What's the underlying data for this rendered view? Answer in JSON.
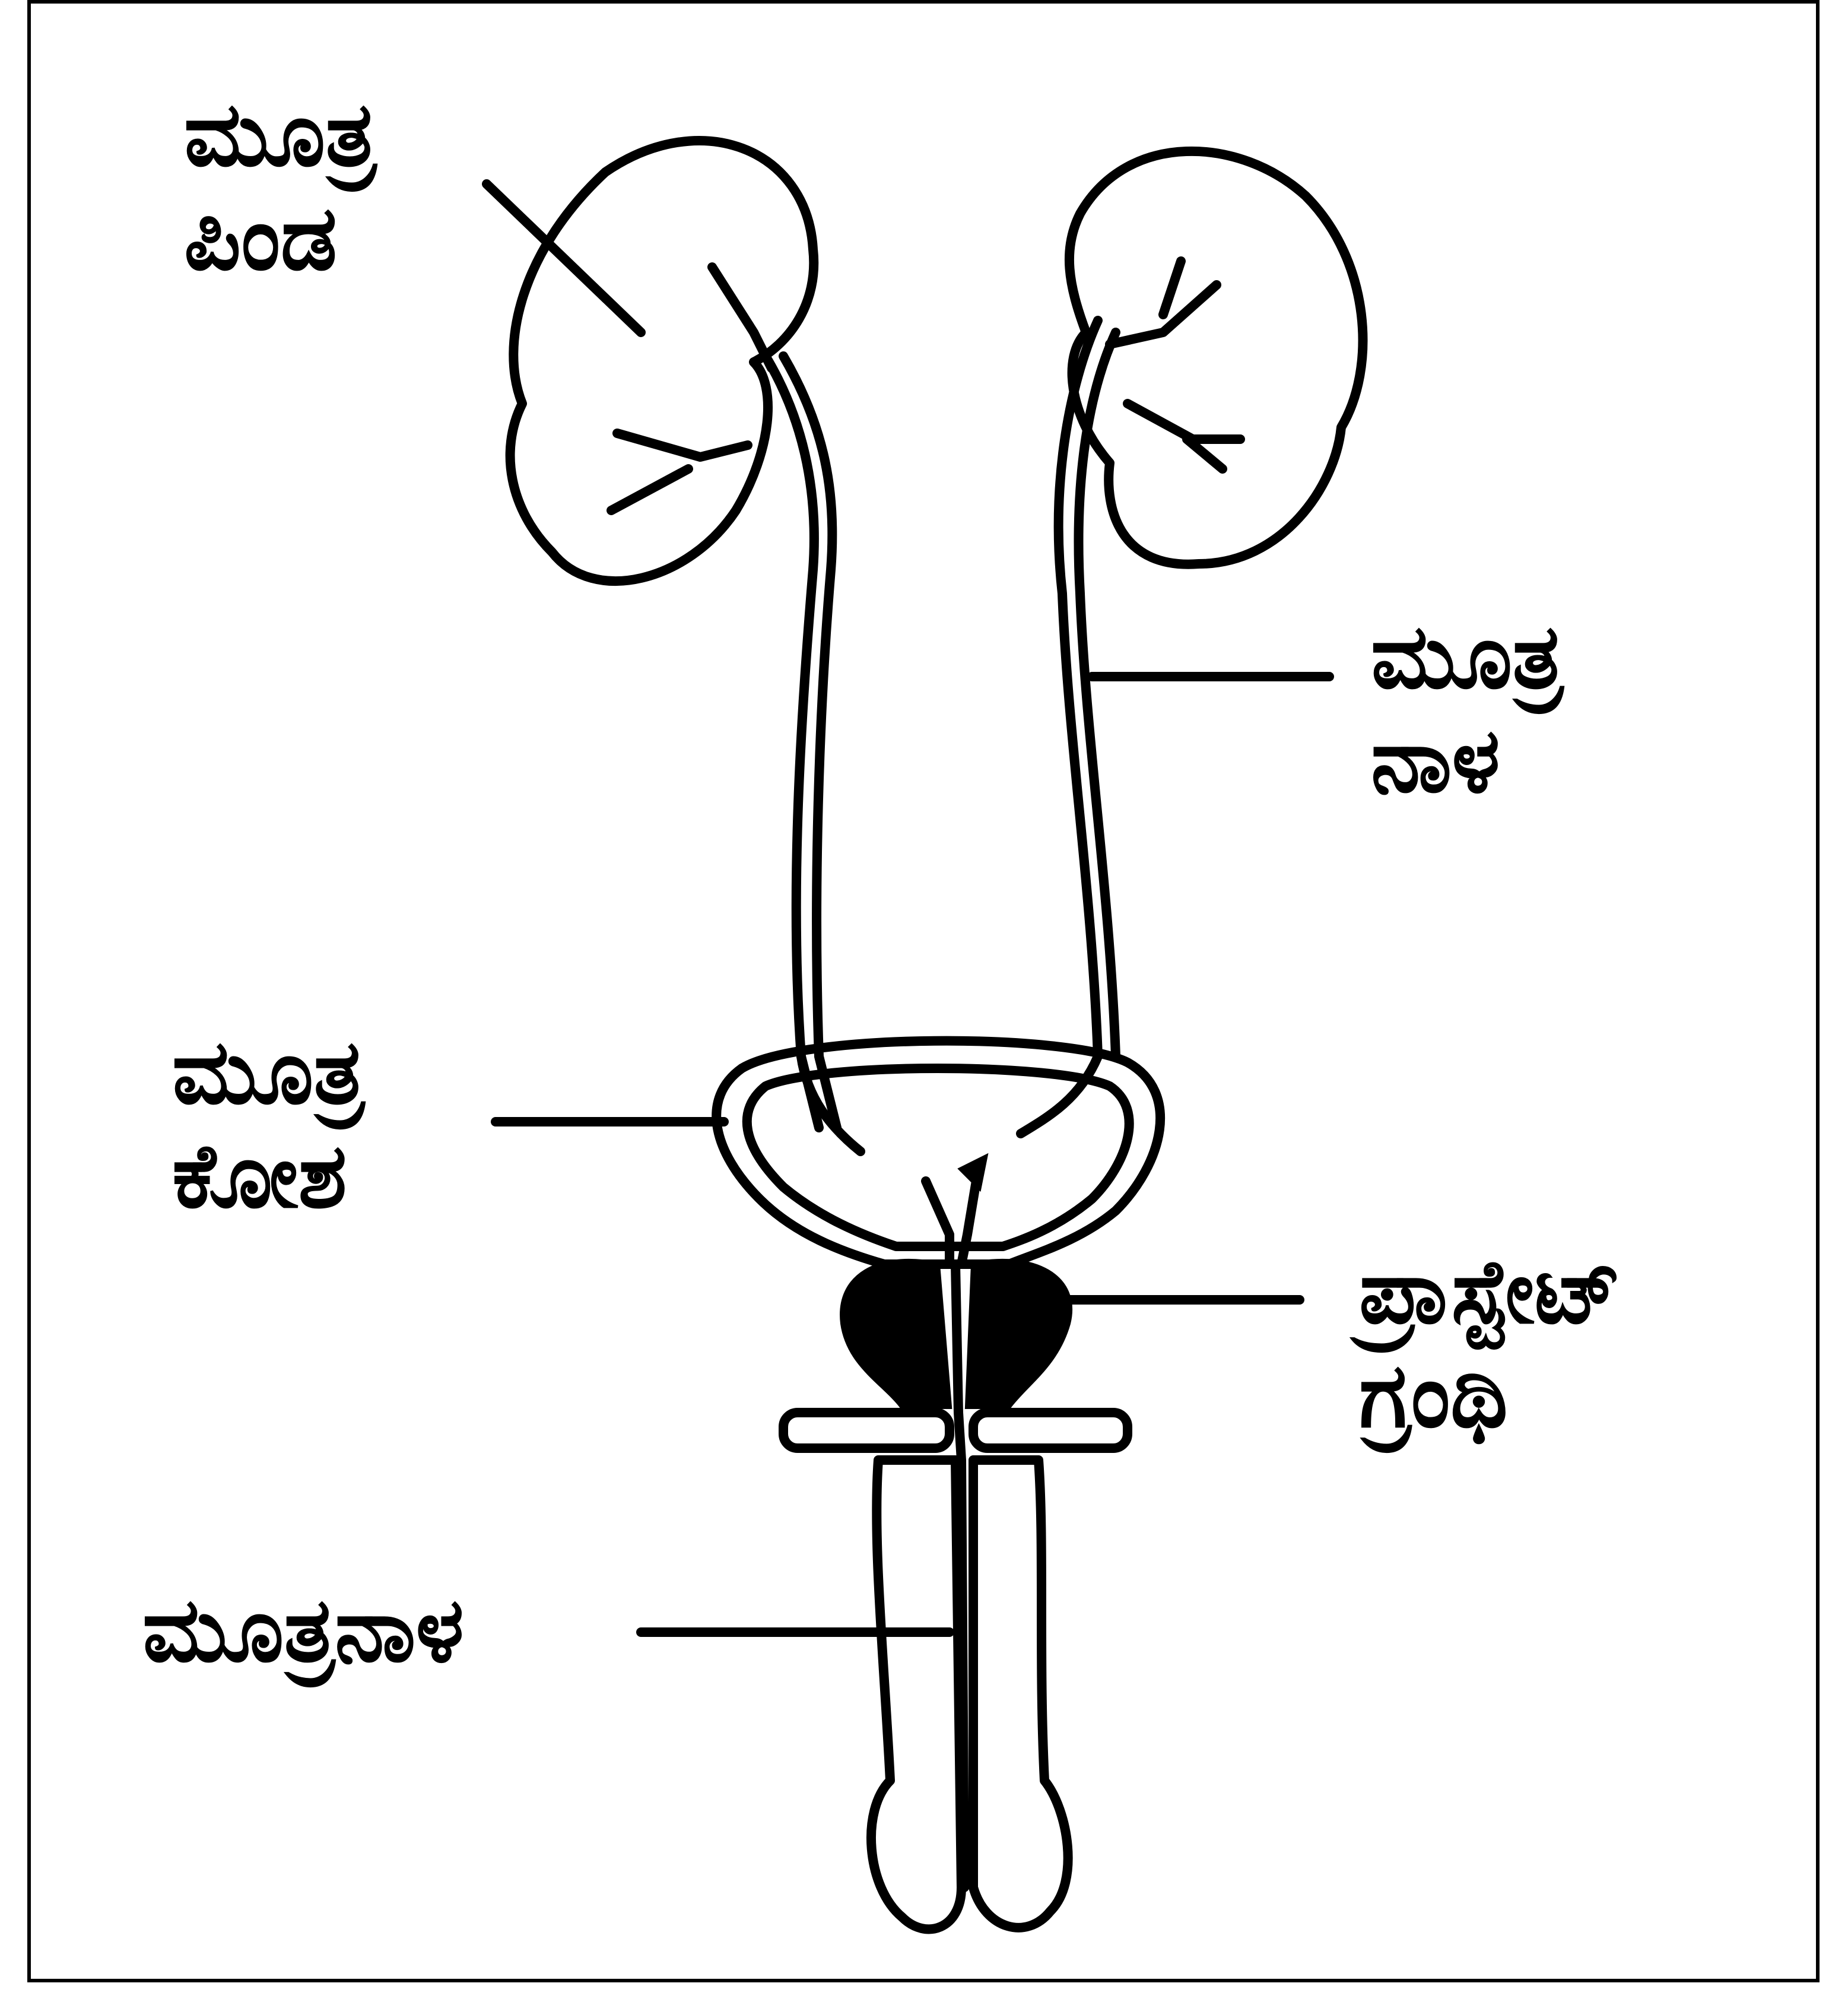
{
  "labels": {
    "kidney": {
      "line1": "ಮೂತ್ರ",
      "line2": "ಪಿಂಡ"
    },
    "ureter": {
      "line1": "ಮೂತ್ರ",
      "line2": "ನಾಳ"
    },
    "bladder": {
      "line1": "ಮೂತ್ರ",
      "line2": "ಕೋಶ"
    },
    "prostate": {
      "line1": "ಪ್ರಾಸ್ಟೇಟ್",
      "line2": "ಗ್ರಂಥಿ"
    },
    "urethra": "ಮೂತ್ರನಾಳ"
  },
  "colors": {
    "ink": "#000000",
    "paper": "#ffffff"
  }
}
